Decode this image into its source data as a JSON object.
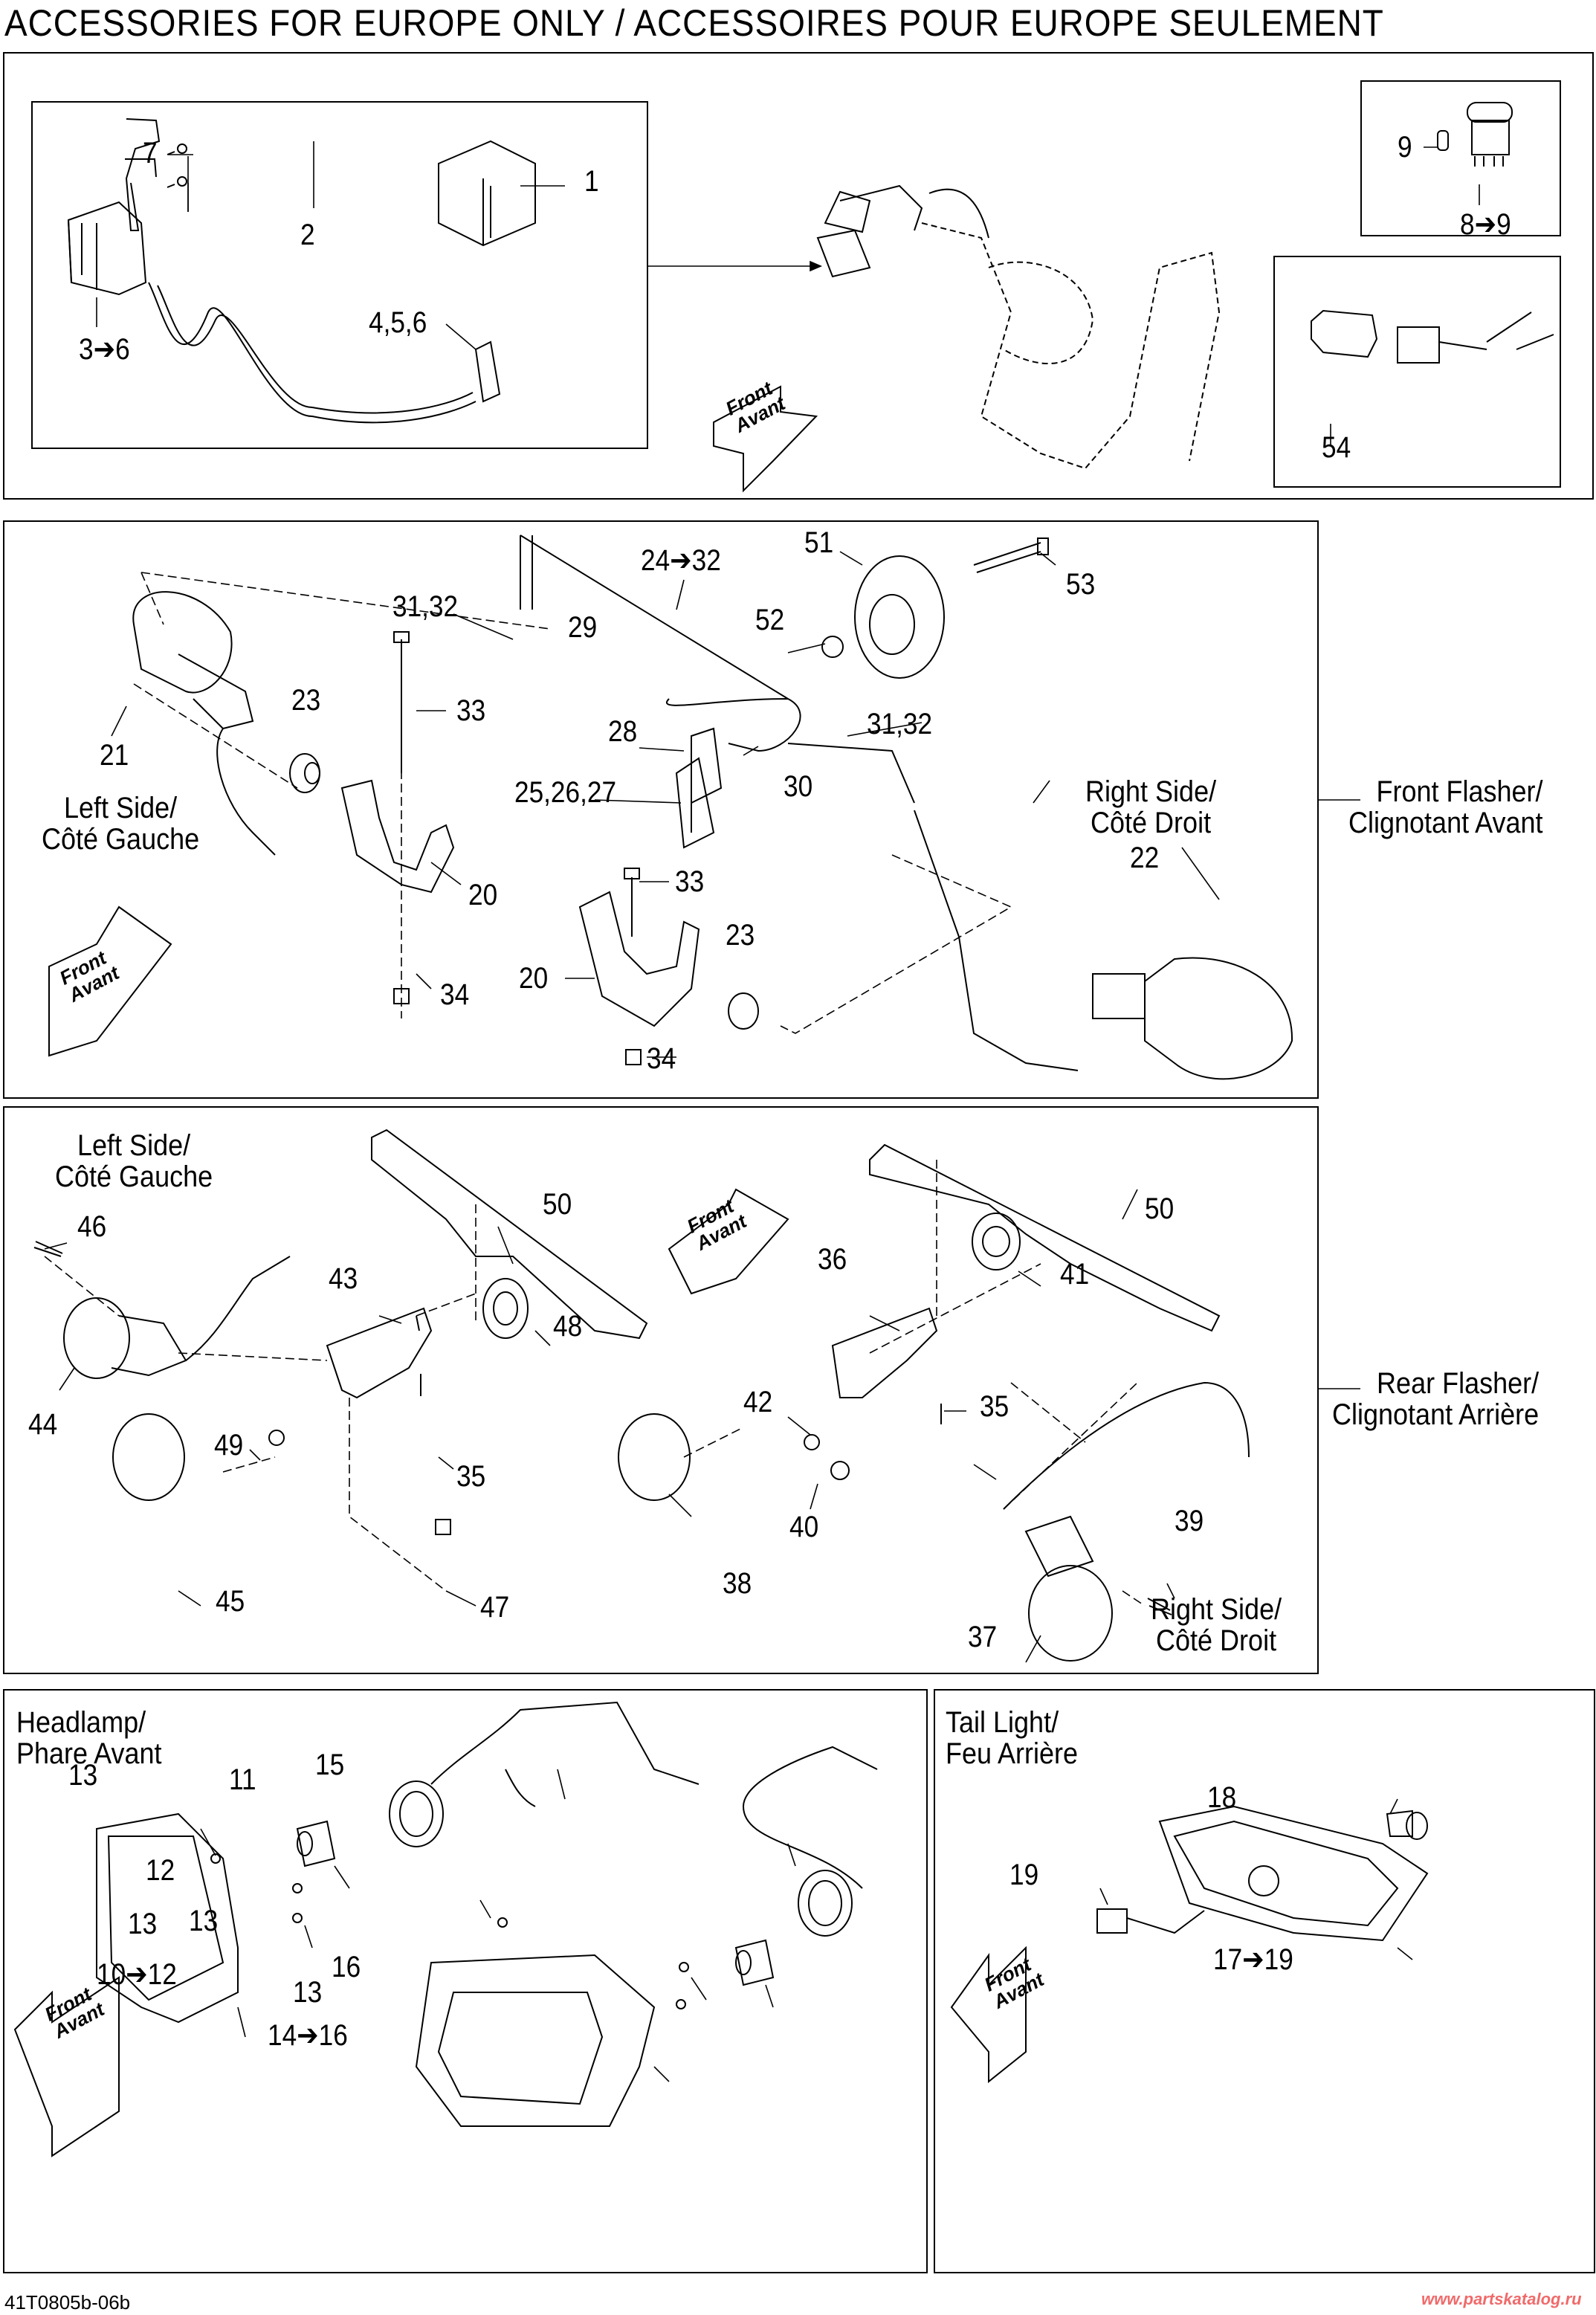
{
  "page": {
    "title": "ACCESSORIES FOR EUROPE ONLY / ACCESSOIRES POUR EUROPE SEULEMENT",
    "drawing_code": "41T0805b-06b",
    "watermark": "www.partskatalog.ru"
  },
  "orientation_arrow": {
    "line1": "Front",
    "line2": "Avant"
  },
  "sections": {
    "hazard_switch": {
      "callouts": [
        "1",
        "2",
        "3➔6",
        "4,5,6",
        "7"
      ]
    },
    "hazard_button": {
      "callouts": [
        "9",
        "8➔9"
      ]
    },
    "connector_cap": {
      "callouts": [
        "54"
      ]
    },
    "front_flasher": {
      "title_line1": "Front Flasher/",
      "title_line2": "Clignotant Avant",
      "left_side_line1": "Left Side/",
      "left_side_line2": "Côté Gauche",
      "right_side_line1": "Right Side/",
      "right_side_line2": "Côté Droit",
      "callouts": [
        "51",
        "24➔32",
        "53",
        "31,32",
        "29",
        "52",
        "23",
        "33",
        "21",
        "28",
        "31,32",
        "25,26,27",
        "30",
        "22",
        "20",
        "33",
        "23",
        "20",
        "34",
        "34"
      ]
    },
    "rear_flasher": {
      "title_line1": "Rear Flasher/",
      "title_line2": "Clignotant Arrière",
      "left_side_line1": "Left Side/",
      "left_side_line2": "Côté Gauche",
      "right_side_line1": "Right Side/",
      "right_side_line2": "Côté Droit",
      "callouts": [
        "46",
        "50",
        "50",
        "43",
        "48",
        "36",
        "41",
        "44",
        "42",
        "35",
        "49",
        "35",
        "40",
        "39",
        "45",
        "47",
        "38",
        "37"
      ]
    },
    "headlamp": {
      "title_line1": "Headlamp/",
      "title_line2": "Phare Avant",
      "callouts": [
        "13",
        "11",
        "15",
        "12",
        "13",
        "10➔12",
        "13",
        "13",
        "16",
        "14➔16"
      ]
    },
    "tail_light": {
      "title_line1": "Tail Light/",
      "title_line2": "Feu Arrière",
      "callouts": [
        "18",
        "19",
        "17➔19"
      ]
    }
  }
}
